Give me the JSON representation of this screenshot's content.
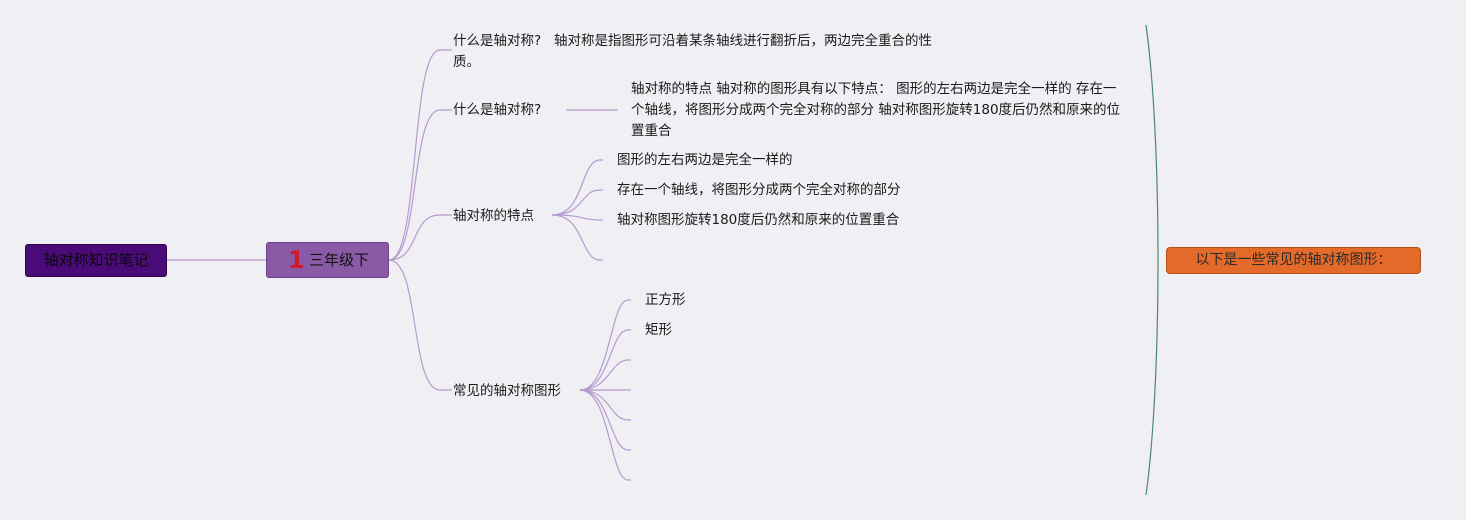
{
  "root": {
    "label": "轴对称知识笔记"
  },
  "grade": {
    "number": "1",
    "label": "三年级下"
  },
  "branches": {
    "definition": {
      "label": "什么是轴对称?",
      "text": "轴对称是指图形可沿着某条轴线进行翻折后，两边完全重合的性质。"
    },
    "definition2": {
      "label": "什么是轴对称?",
      "text": "轴对称的特点 轴对称的图形具有以下特点：  图形的左右两边是完全一样的 存在一个轴线，将图形分成两个完全对称的部分 轴对称图形旋转180度后仍然和原来的位置重合"
    },
    "features": {
      "label": "轴对称的特点",
      "items": [
        "图形的左右两边是完全一样的",
        "存在一个轴线，将图形分成两个完全对称的部分",
        "轴对称图形旋转180度后仍然和原来的位置重合",
        ""
      ]
    },
    "shapes": {
      "label": "常见的轴对称图形",
      "items": [
        "正方形",
        "矩形",
        "",
        "",
        "",
        "",
        ""
      ]
    }
  },
  "summary": {
    "label": "以下是一些常见的轴对称图形："
  },
  "colors": {
    "root": "#4a0a78",
    "grade": "#8a5aa6",
    "summary": "#e46a2a",
    "links": "#b79bd0",
    "bracket": "#4c8a6e"
  }
}
